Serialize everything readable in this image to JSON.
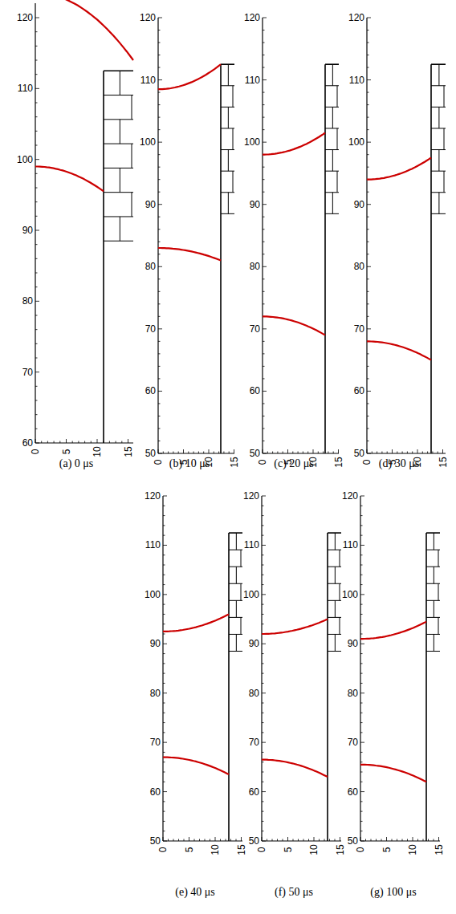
{
  "diagram": {
    "labels": [
      "120",
      "110",
      "100",
      "90",
      "80",
      "70",
      "60",
      "0",
      "5",
      "10",
      "15",
      "(a) 0 μs",
      "120",
      "110",
      "100",
      "90",
      "80",
      "70",
      "60",
      "50",
      "0",
      "5",
      "10",
      "15",
      "(b) 10 μs",
      "120",
      "110",
      "100",
      "90",
      "80",
      "70",
      "60",
      "50",
      "0",
      "5",
      "10",
      "15",
      "(c) 20 μs",
      "120",
      "110",
      "100",
      "90",
      "80",
      "70",
      "60",
      "50",
      "0",
      "5",
      "10",
      "15",
      "(d) 30 μs",
      "120",
      "110",
      "100",
      "90",
      "80",
      "70",
      "60",
      "50",
      "0",
      "5",
      "10",
      "15",
      "(e) 40 μs",
      "120",
      "110",
      "100",
      "90",
      "80",
      "70",
      "60",
      "50",
      "0",
      "5",
      "10",
      "15",
      "(f) 50 μs",
      "120",
      "110",
      "100",
      "90",
      "80",
      "70",
      "60",
      "50",
      "0",
      "5",
      "10",
      "15",
      "(g) 100 μs"
    ]
  }
}
